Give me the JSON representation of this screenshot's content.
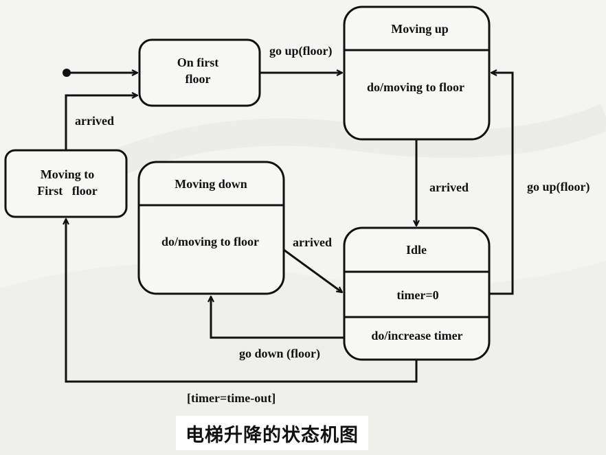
{
  "states": {
    "on_first_floor": {
      "line1": "On first",
      "line2": "floor"
    },
    "moving_up": {
      "name": "Moving up",
      "activity": "do/moving to floor"
    },
    "moving_to_first": {
      "line1": "Moving to",
      "line2": "First   floor"
    },
    "moving_down": {
      "name": "Moving down",
      "activity": "do/moving to floor"
    },
    "idle": {
      "name": "Idle",
      "entry": "timer=0",
      "activity": "do/increase timer"
    }
  },
  "transitions": {
    "go_up_top": "go up(floor)",
    "arrived_first": "arrived",
    "arrived_up_to_idle": "arrived",
    "go_up_right": "go up(floor)",
    "arrived_down_to_idle": "arrived",
    "go_down": "go down (floor)",
    "timeout": "[timer=time-out]"
  },
  "caption": "电梯升降的状态机图",
  "colors": {
    "stroke": "#111111",
    "state_fill": "#f7f7f5",
    "background": "#f4f4f2"
  }
}
